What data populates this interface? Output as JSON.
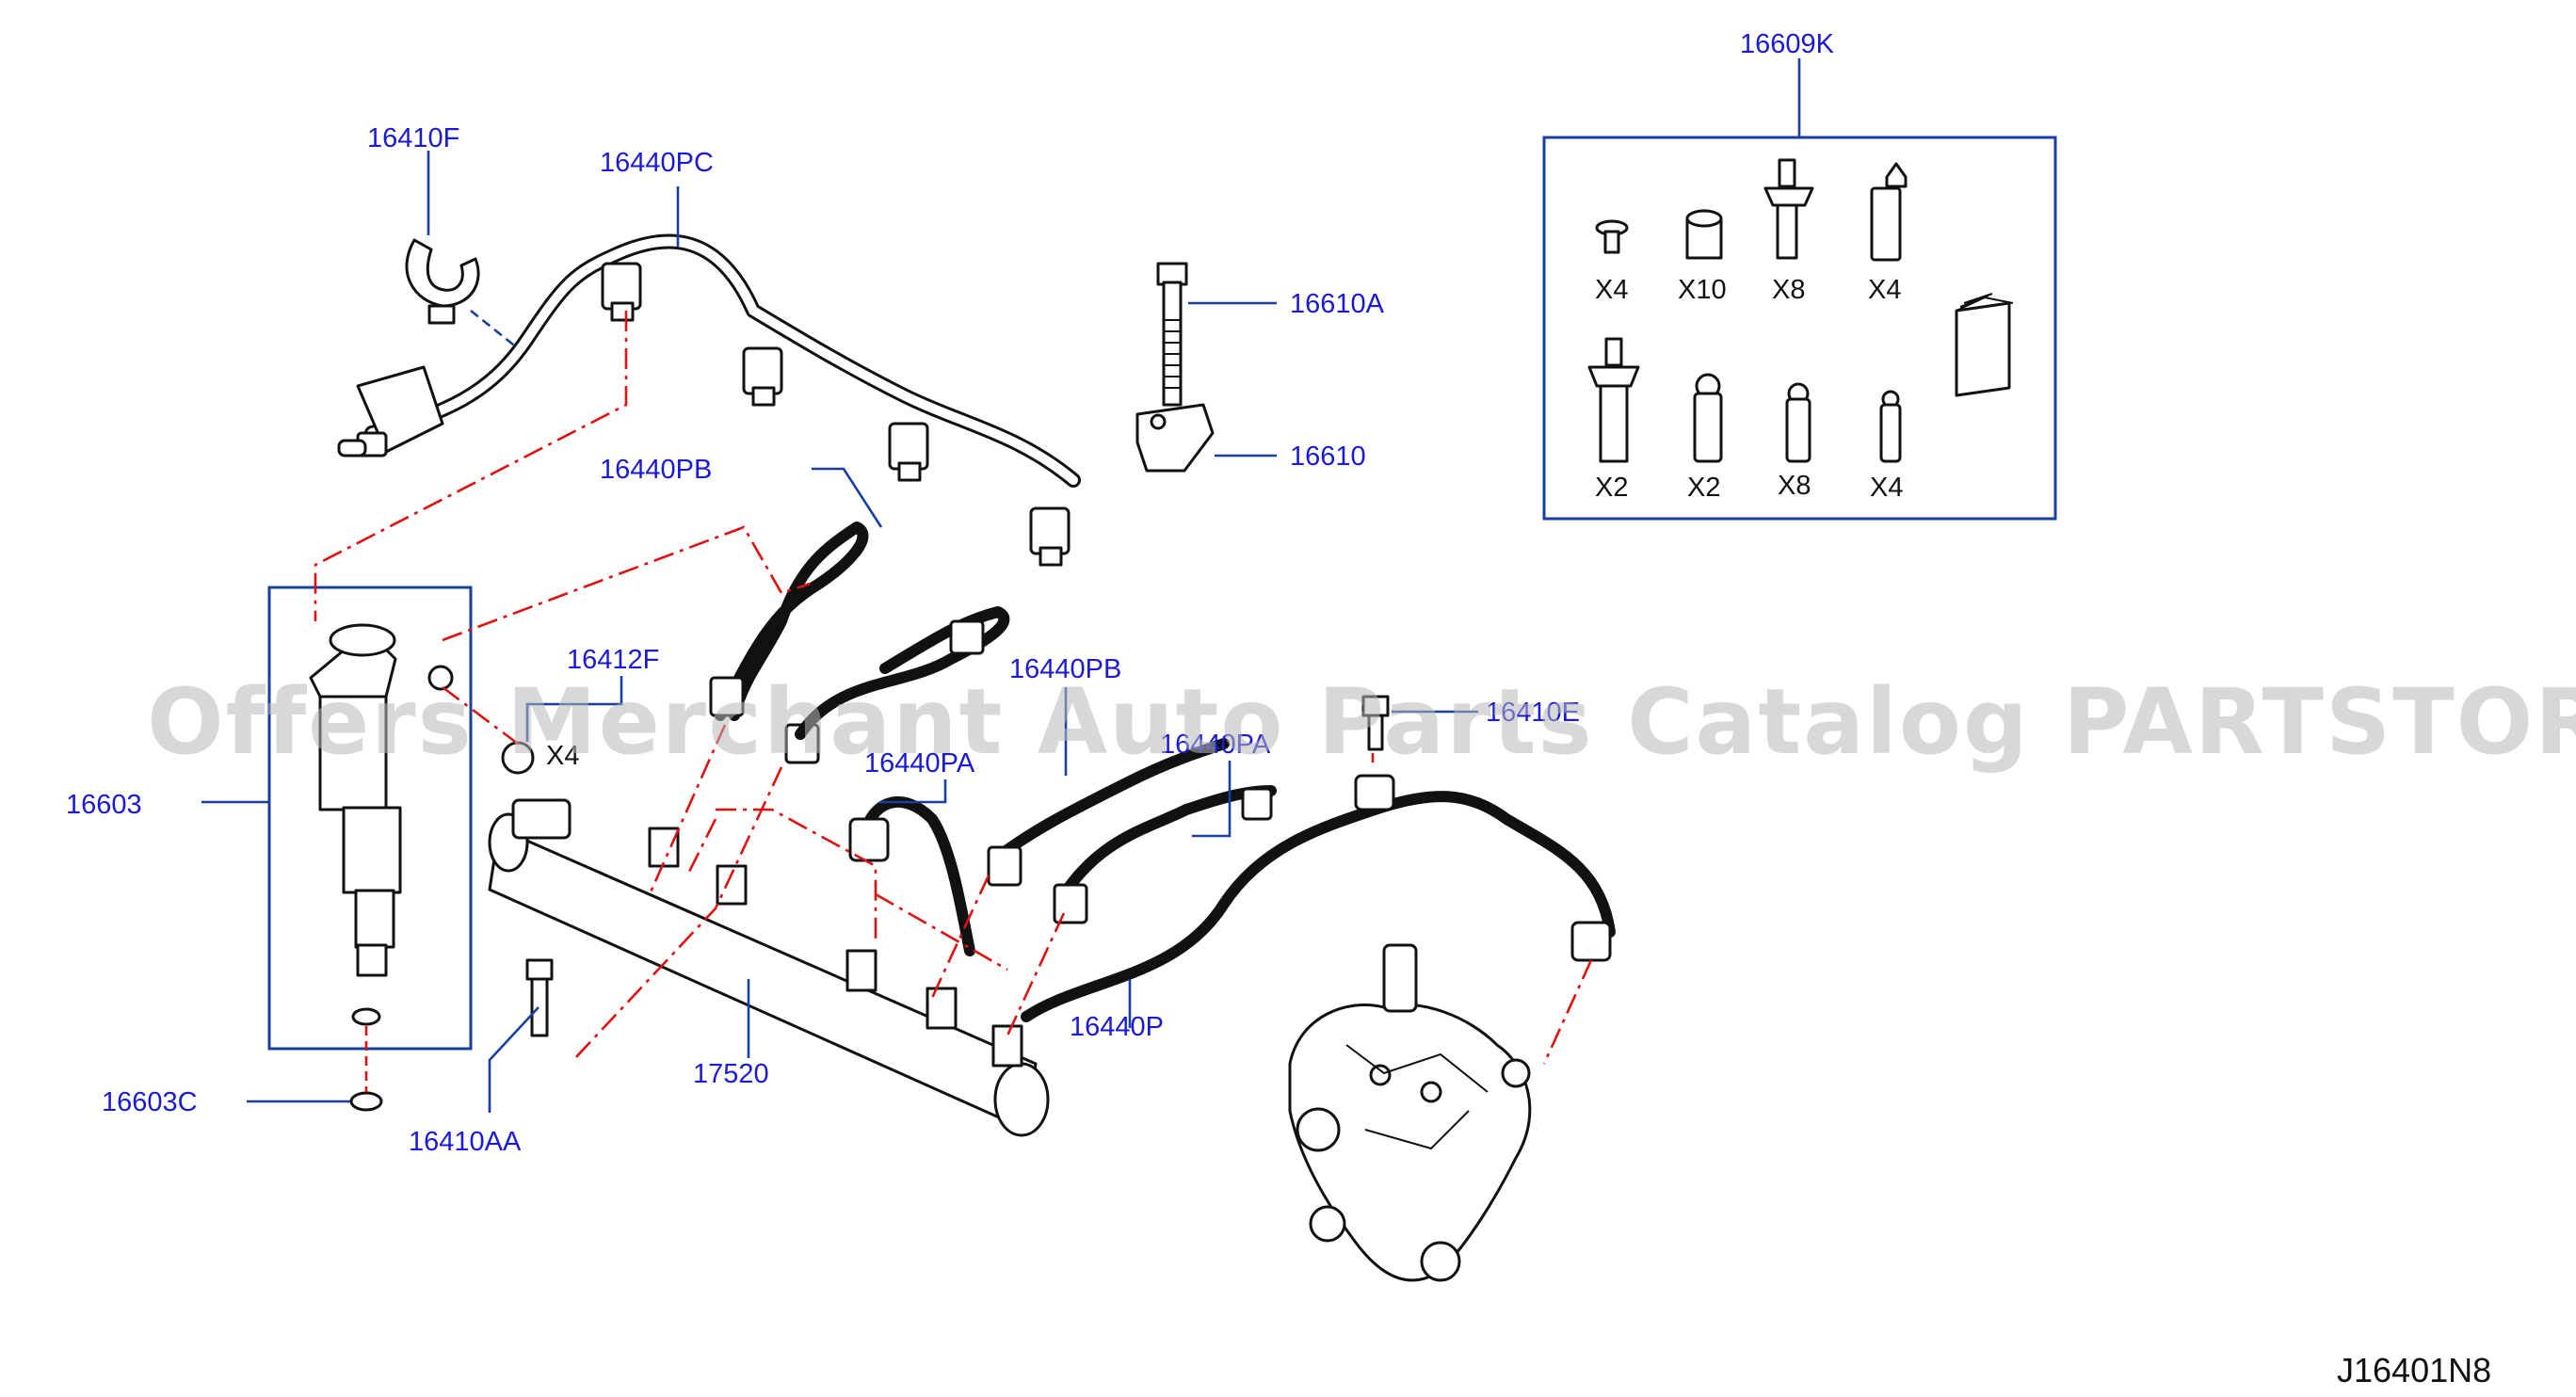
{
  "callouts": {
    "p16609K": "16609K",
    "p16410F": "16410F",
    "p16440PC": "16440PC",
    "p16610A": "16610A",
    "p16610": "16610",
    "p16440PB_top": "16440PB",
    "p16412F": "16412F",
    "p16440PB_mid": "16440PB",
    "p16410E": "16410E",
    "p16440PA_left": "16440PA",
    "p16440PA_right": "16440PA",
    "p16603": "16603",
    "p16440P": "16440P",
    "p17520": "17520",
    "p16603C": "16603C",
    "p16410AA": "16410AA"
  },
  "kit": {
    "q1": "X4",
    "q2": "X10",
    "q3": "X8",
    "q4": "X4",
    "q5": "X2",
    "q6": "X2",
    "q7": "X8",
    "q8": "X4"
  },
  "qty_16412F": "X4",
  "reference_code": "J16401N8",
  "watermark": "Offers Merchant Auto Parts Catalog PARTSTORE.SA"
}
